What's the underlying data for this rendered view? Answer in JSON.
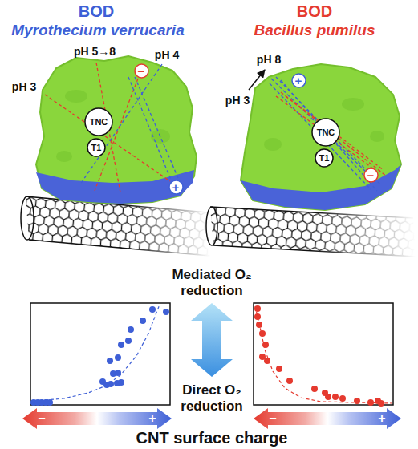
{
  "diagram": {
    "nodes": [
      {
        "text": [
          "−"
        ]
      },
      {
        "text": [
          "TNC"
        ]
      },
      {
        "text": [
          "T1"
        ]
      },
      {
        "text": [
          "+"
        ]
      },
      {
        "text": [
          "+"
        ]
      },
      {
        "text": [
          "TNC"
        ]
      },
      {
        "text": [
          "T1"
        ]
      },
      {
        "text": [
          "−"
        ]
      }
    ],
    "labels": [
      "BOD",
      "Myrothecium verrucaria",
      "BOD",
      "Bacillus pumilus",
      "pH 3",
      "pH 5→8",
      "pH 4",
      "pH 8",
      "pH 3",
      "Mediated O₂ reduction",
      "Direct O₂ reduction",
      "−",
      "+",
      "−",
      "+",
      "CNT surface charge"
    ]
  }
}
